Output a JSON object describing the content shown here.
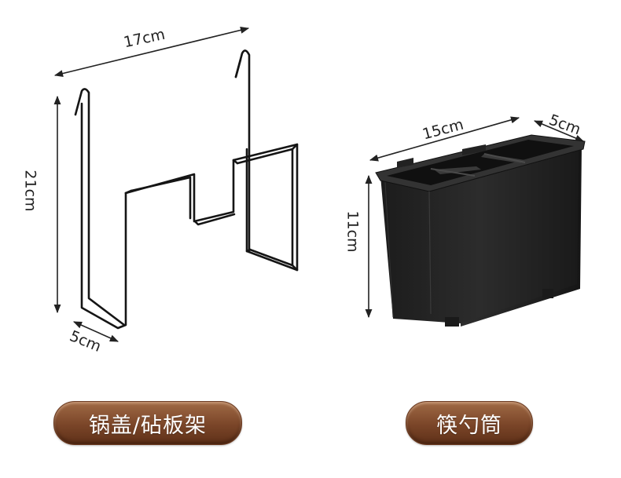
{
  "left_product": {
    "width_label": "17cm",
    "height_label": "21cm",
    "depth_label": "5cm",
    "caption": "锅盖/砧板架"
  },
  "right_product": {
    "width_label": "15cm",
    "depth_label": "5cm",
    "height_label": "11cm",
    "caption": "筷勺筒"
  },
  "colors": {
    "caption_bg": "#7a4528",
    "caption_text": "#ffffff",
    "wire": "#1a1a1a",
    "container": "#262626"
  }
}
